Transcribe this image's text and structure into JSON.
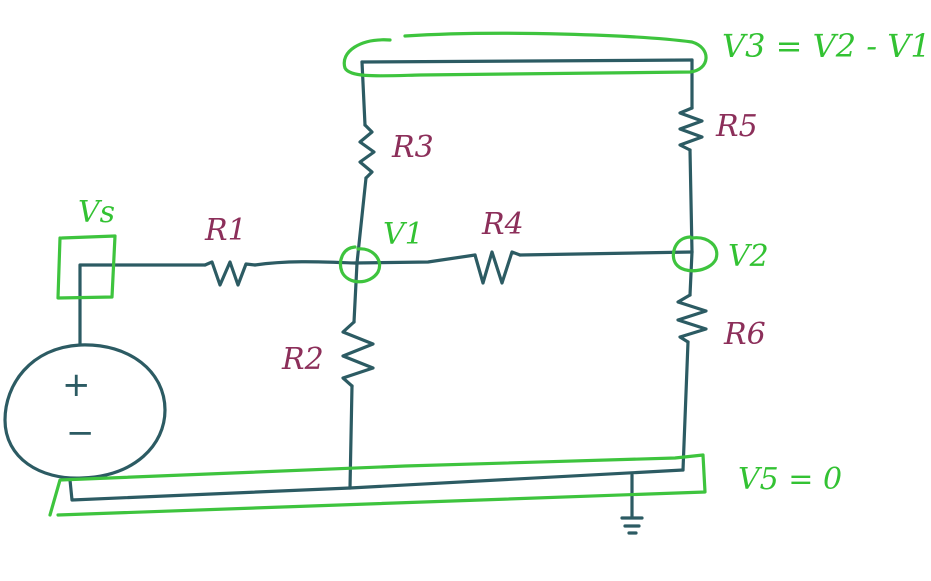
{
  "labels": {
    "vs": "Vs",
    "r1": "R1",
    "r2": "R2",
    "r3": "R3",
    "r4": "R4",
    "r5": "R5",
    "r6": "R6",
    "v1": "V1",
    "v2": "V2",
    "v3_eq": "V3 = V2 - V1",
    "v5_eq": "V5 = 0",
    "plus": "+",
    "minus": "−"
  },
  "colors": {
    "wire": "#2c5b63",
    "highlight": "#3ec43e",
    "component_label": "#8c2f5a",
    "node_label": "#33c233"
  }
}
